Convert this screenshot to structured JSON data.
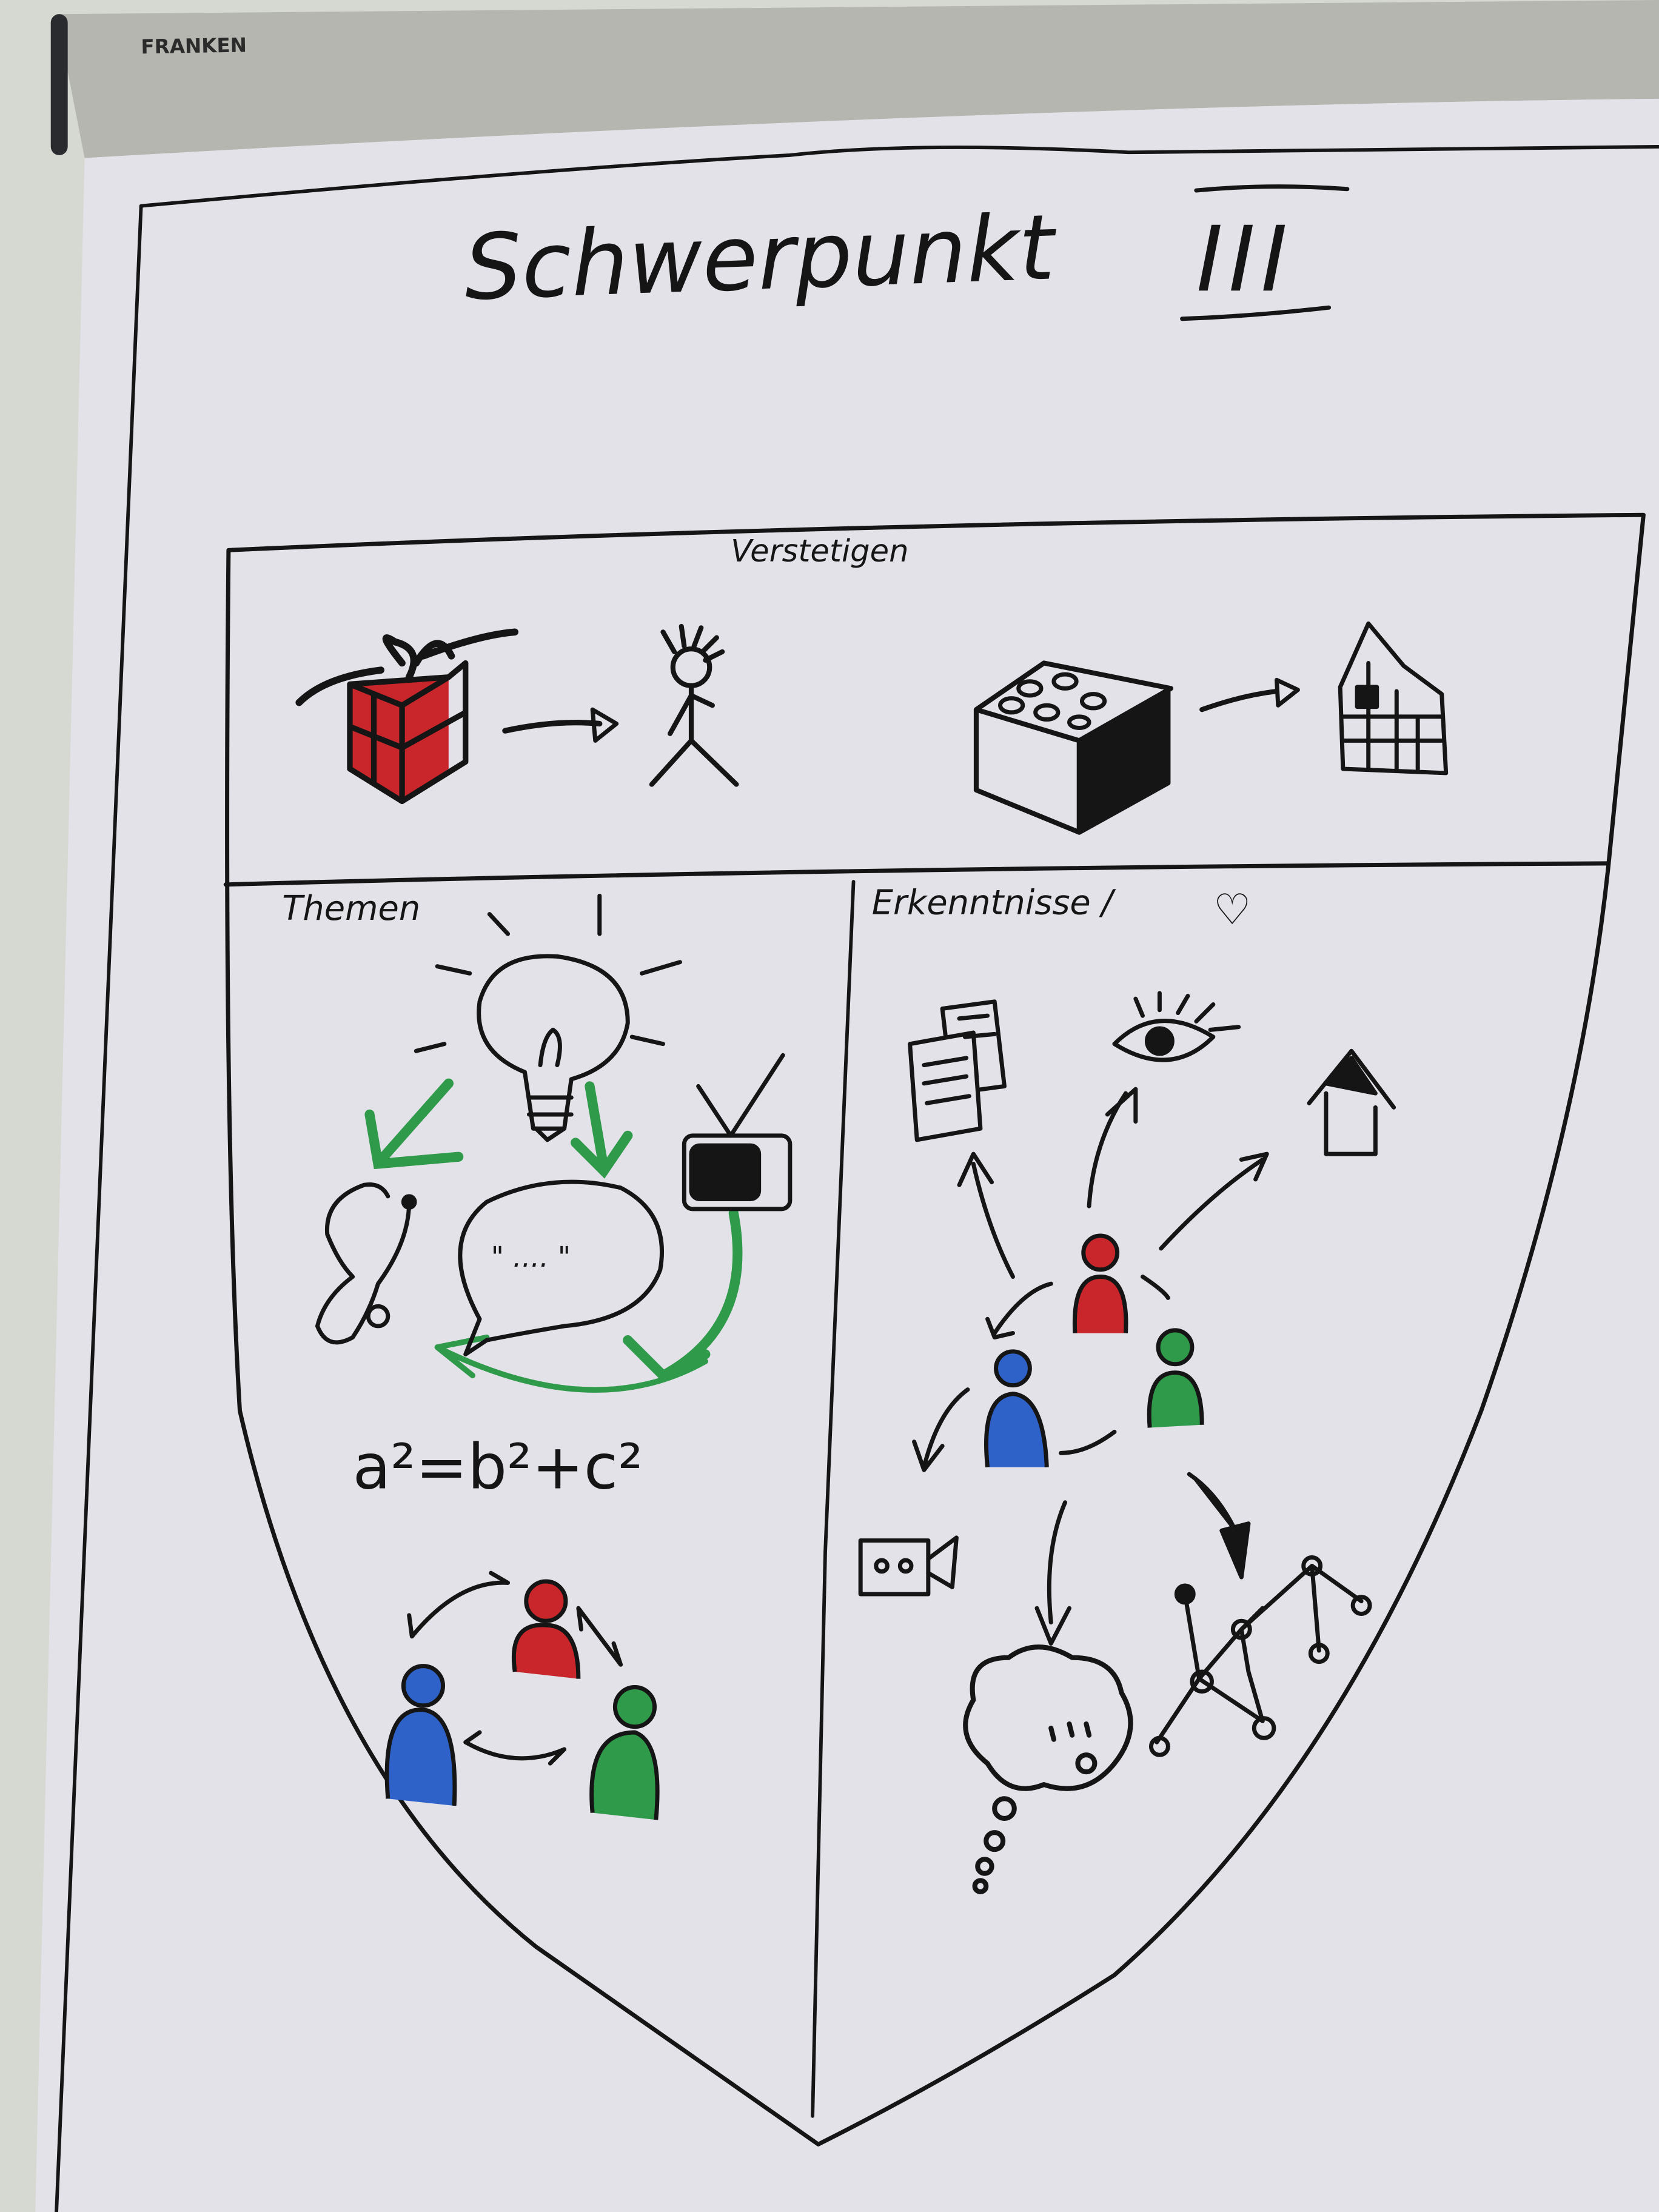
{
  "flipchart": {
    "brand": "FRANKEN",
    "title": "Schwerpunkt",
    "title_numeral": "III"
  },
  "shield": {
    "top_section": {
      "label": "Verstetigen",
      "items": [
        "gift-icon",
        "arrow-icon",
        "stick-figure-icon",
        "lego-brick-icon",
        "arrow-icon",
        "brick-house-icon"
      ]
    },
    "left_section": {
      "label": "Themen",
      "equation": "a²=b²+c²",
      "speech_text": "\" .... \"",
      "items": [
        "lightbulb-icon",
        "stethoscope-icon",
        "speech-bubble-icon",
        "tv-icon",
        "people-group-icon"
      ]
    },
    "right_section": {
      "label": "Erkenntnisse /",
      "heart": "♡",
      "items": [
        "documents-icon",
        "eye-icon",
        "house-icon",
        "people-group-icon",
        "camera-icon",
        "thought-cloud-icon",
        "network-icon"
      ]
    }
  },
  "colors": {
    "paper": "#e4e3ea",
    "ink": "#151515",
    "red": "#c8262b",
    "green": "#2f9a4a",
    "blue": "#2f62c8",
    "roll": "#b9bab4"
  }
}
